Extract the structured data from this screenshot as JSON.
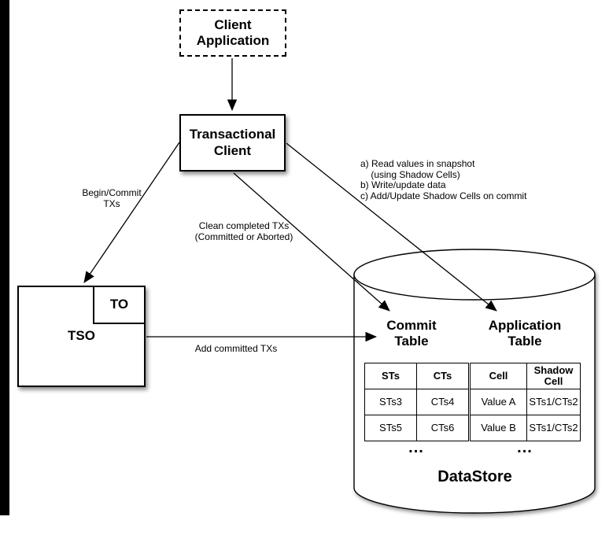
{
  "colors": {
    "ink": "#000000",
    "background": "#ffffff",
    "screen_edge_bar": "#000000"
  },
  "nodes": {
    "client_application": {
      "label": "Client\nApplication"
    },
    "transactional_client": {
      "label": "Transactional\nClient"
    },
    "tso": {
      "label": "TSO"
    },
    "to": {
      "label": "TO"
    },
    "datastore": {
      "label": "DataStore"
    }
  },
  "edges": {
    "begin_commit": {
      "label": "Begin/Commit\nTXs"
    },
    "clean_completed": {
      "label": "Clean completed TXs\n(Committed or Aborted)"
    },
    "client_ops": {
      "label": "a) Read values in snapshot\n    (using Shadow Cells)\nb) Write/update data\nc) Add/Update Shadow Cells on commit"
    },
    "add_committed": {
      "label": "Add committed TXs"
    }
  },
  "commit_table": {
    "title": "Commit\nTable",
    "headers": [
      "STs",
      "CTs"
    ],
    "rows": [
      [
        "STs3",
        "CTs4"
      ],
      [
        "STs5",
        "CTs6"
      ]
    ],
    "more": "..."
  },
  "application_table": {
    "title": "Application\nTable",
    "headers": [
      "Cell",
      "Shadow\nCell"
    ],
    "rows": [
      [
        "Value A",
        "STs1/CTs2"
      ],
      [
        "Value B",
        "STs1/CTs2"
      ]
    ],
    "more": "..."
  }
}
